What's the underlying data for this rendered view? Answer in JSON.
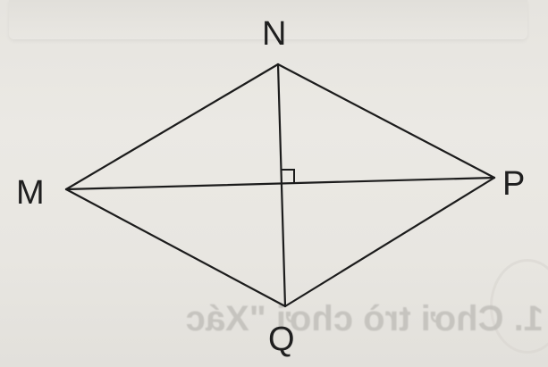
{
  "figure": {
    "vertices": {
      "N": "N",
      "M": "M",
      "P": "P",
      "Q": "Q"
    },
    "right_angle_marker": true,
    "line_color": "#1c1c1c",
    "label_color": "#1f1f1f"
  },
  "background_text": {
    "bleed_through": "1. Chơi trò chơi \"Xác"
  }
}
